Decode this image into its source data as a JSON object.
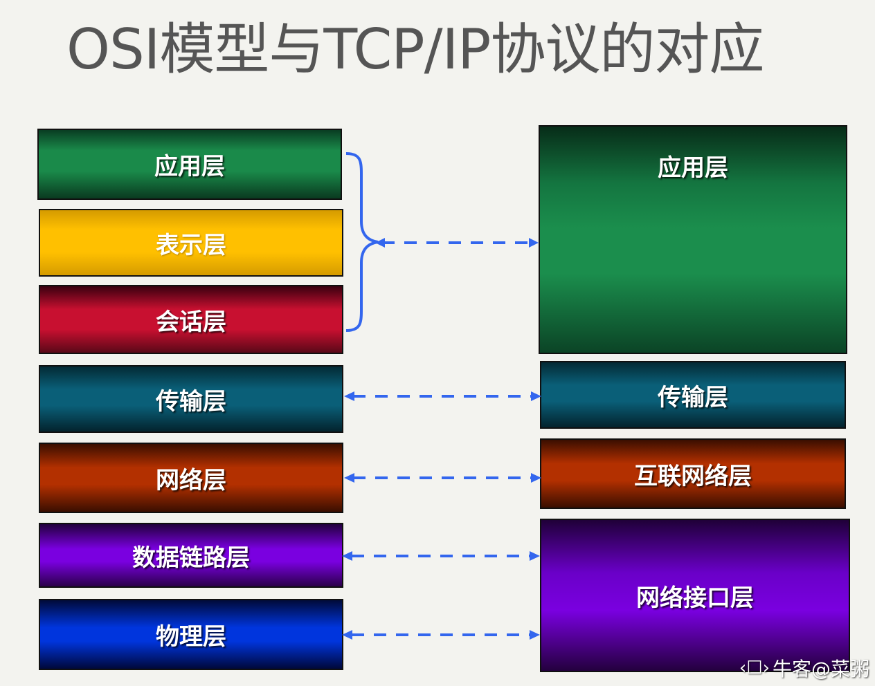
{
  "title": "OSI模型与TCP/IP协议的对应",
  "osi_layers": [
    {
      "label": "应用层",
      "color": "#1a8a4a"
    },
    {
      "label": "表示层",
      "color": "#ffc000"
    },
    {
      "label": "会话层",
      "color": "#c81030"
    },
    {
      "label": "传输层",
      "color": "#0a5f78"
    },
    {
      "label": "网络层",
      "color": "#b33000"
    },
    {
      "label": "数据链路层",
      "color": "#7a00e0"
    },
    {
      "label": "物理层",
      "color": "#0035dd"
    }
  ],
  "tcpip_layers": [
    {
      "label": "应用层",
      "color": "#1b8e4d"
    },
    {
      "label": "传输层",
      "color": "#0a5f78"
    },
    {
      "label": "互联网络层",
      "color": "#b33000"
    },
    {
      "label": "网络接口层",
      "color": "#7a00e0"
    }
  ],
  "connector_color": "#3366ee",
  "watermark": {
    "icon": "chat-bubble-icon",
    "text": "牛客@菜粥"
  }
}
